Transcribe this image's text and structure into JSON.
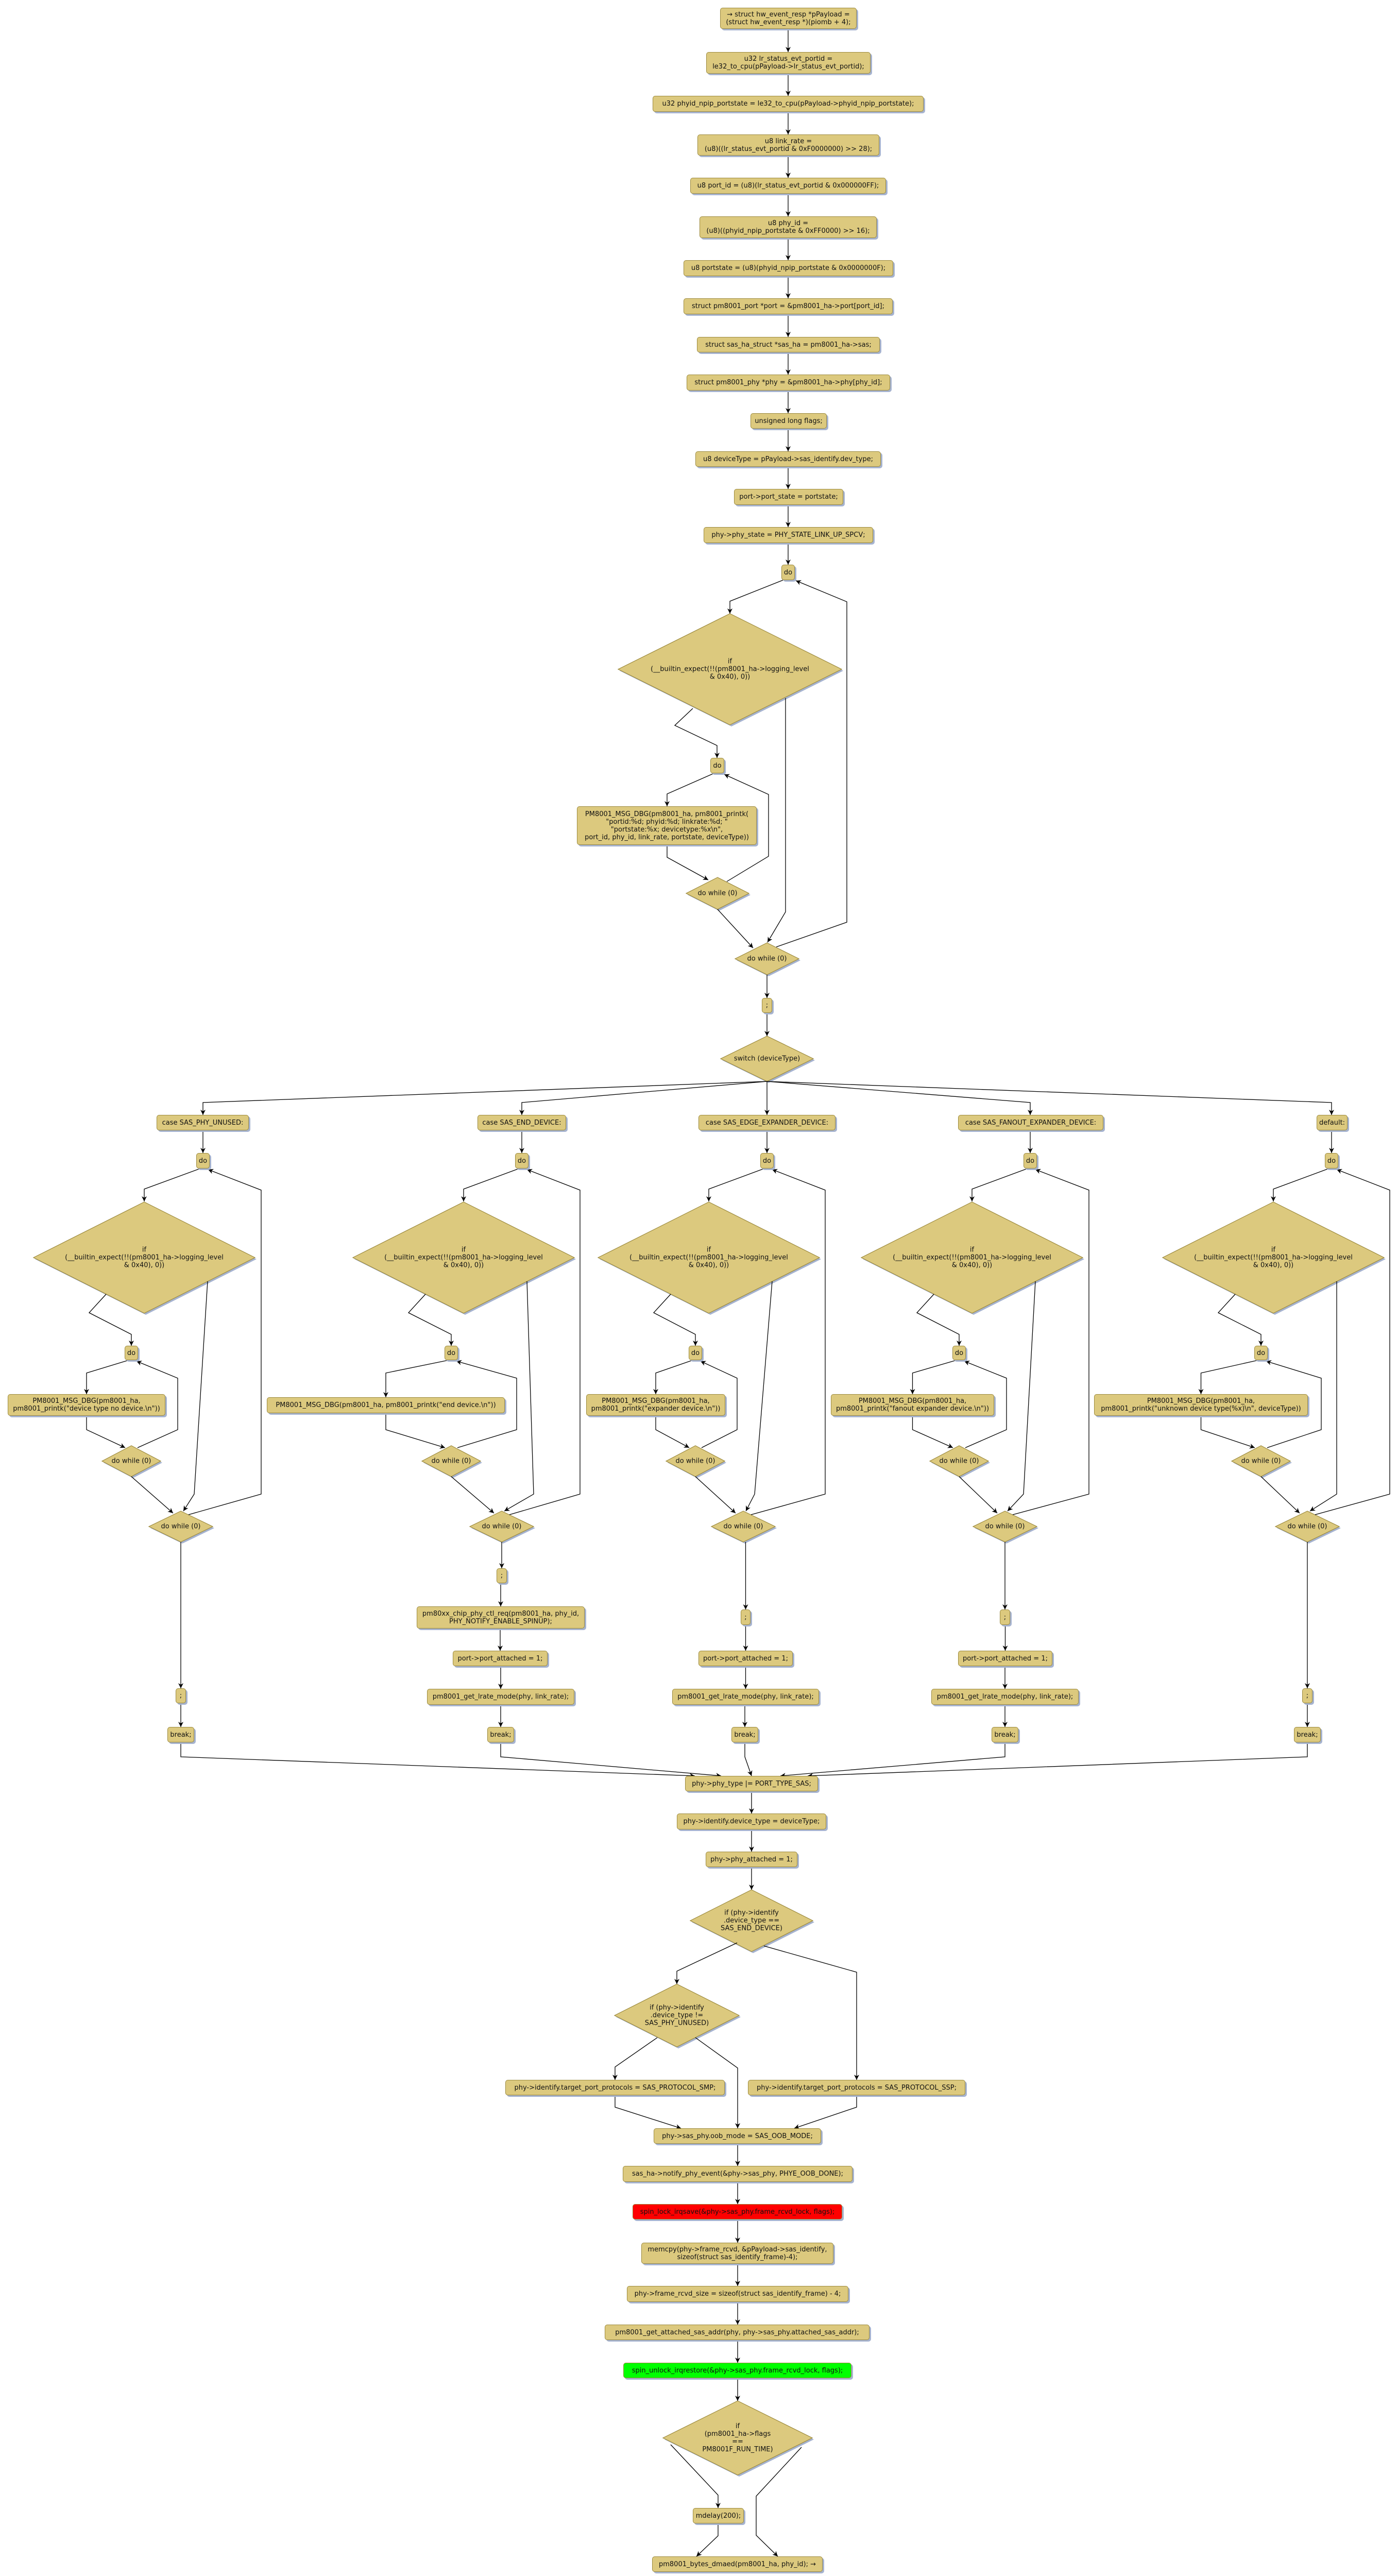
{
  "labels": {
    "do": "do",
    "do_while": "do while (0)",
    "empty": ";",
    "break": "break;"
  },
  "main": {
    "statements": [
      "→ struct hw_event_resp *pPayload =\n(struct hw_event_resp *)(piomb + 4);",
      "u32 lr_status_evt_portid =\nle32_to_cpu(pPayload->lr_status_evt_portid);",
      "u32 phyid_npip_portstate = le32_to_cpu(pPayload->phyid_npip_portstate);",
      "u8 link_rate =\n(u8)((lr_status_evt_portid & 0xF0000000) >> 28);",
      "u8 port_id = (u8)(lr_status_evt_portid & 0x000000FF);",
      "u8 phy_id =\n(u8)((phyid_npip_portstate & 0xFF0000) >> 16);",
      "u8 portstate = (u8)(phyid_npip_portstate & 0x0000000F);",
      "struct pm8001_port *port = &pm8001_ha->port[port_id];",
      "struct sas_ha_struct *sas_ha = pm8001_ha->sas;",
      "struct pm8001_phy *phy = &pm8001_ha->phy[phy_id];",
      "unsigned long flags;",
      "u8 deviceType = pPayload->sas_identify.dev_type;",
      "port->port_state = portstate;",
      "phy->phy_state = PHY_STATE_LINK_UP_SPCV;"
    ],
    "if_logging": "if\n(__builtin_expect(!!(pm8001_ha->logging_level\n& 0x40), 0))",
    "debug": "PM8001_MSG_DBG(pm8001_ha, pm8001_printk(\n\"portid:%d; phyid:%d; linkrate:%d; \"\n\"portstate:%x; devicetype:%x\\n\",\nport_id, phy_id, link_rate, portstate, deviceType))",
    "switch": "switch (deviceType)"
  },
  "cases": [
    {
      "label": "case SAS_PHY_UNUSED:",
      "debug": "PM8001_MSG_DBG(pm8001_ha,\npm8001_printk(\"device type no device.\\n\"))",
      "body": [
        ";",
        "break;"
      ]
    },
    {
      "label": "case SAS_END_DEVICE:",
      "debug": "PM8001_MSG_DBG(pm8001_ha, pm8001_printk(\"end device.\\n\"))",
      "body": [
        ";",
        "pm80xx_chip_phy_ctl_req(pm8001_ha, phy_id,\nPHY_NOTIFY_ENABLE_SPINUP);",
        "port->port_attached = 1;",
        "pm8001_get_lrate_mode(phy, link_rate);",
        "break;"
      ]
    },
    {
      "label": "case SAS_EDGE_EXPANDER_DEVICE:",
      "debug": "PM8001_MSG_DBG(pm8001_ha,\npm8001_printk(\"expander device.\\n\"))",
      "body": [
        ";",
        "port->port_attached = 1;",
        "pm8001_get_lrate_mode(phy, link_rate);",
        "break;"
      ]
    },
    {
      "label": "case SAS_FANOUT_EXPANDER_DEVICE:",
      "debug": "PM8001_MSG_DBG(pm8001_ha,\npm8001_printk(\"fanout expander device.\\n\"))",
      "body": [
        ";",
        "port->port_attached = 1;",
        "pm8001_get_lrate_mode(phy, link_rate);",
        "break;"
      ]
    },
    {
      "label": "default:",
      "debug": "PM8001_MSG_DBG(pm8001_ha,\npm8001_printk(\"unknown device type(%x)\\n\", deviceType))",
      "body": [
        ";",
        "break;"
      ]
    }
  ],
  "after": {
    "phy_type": "phy->phy_type |= PORT_TYPE_SAS;",
    "identify": "phy->identify.device_type = deviceType;",
    "attached": "phy->phy_attached = 1;",
    "if_end_device": "if (phy->identify\n.device_type ==\nSAS_END_DEVICE)",
    "if_not_unused": "if (phy->identify\n.device_type !=\nSAS_PHY_UNUSED)",
    "smp": "phy->identify.target_port_protocols = SAS_PROTOCOL_SMP;",
    "ssp": "phy->identify.target_port_protocols = SAS_PROTOCOL_SSP;",
    "oob": "phy->sas_phy.oob_mode = SAS_OOB_MODE;",
    "notify": "sas_ha->notify_phy_event(&phy->sas_phy, PHYE_OOB_DONE);",
    "lock": "spin_lock_irqsave(&phy->sas_phy.frame_rcvd_lock, flags);",
    "memcpy": "memcpy(phy->frame_rcvd, &pPayload->sas_identify,\nsizeof(struct sas_identify_frame)-4);",
    "frame_size": "phy->frame_rcvd_size = sizeof(struct sas_identify_frame) - 4;",
    "get_addr": "pm8001_get_attached_sas_addr(phy, phy->sas_phy.attached_sas_addr);",
    "unlock": "spin_unlock_irqrestore(&phy->sas_phy.frame_rcvd_lock, flags);",
    "if_runtime": "if\n(pm8001_ha->flags\n==\nPM8001F_RUN_TIME)",
    "mdelay": "mdelay(200);",
    "exit": "pm8001_bytes_dmaed(pm8001_ha, phy_id); →"
  },
  "colors": {
    "node_fill": "#dcc97e",
    "node_border": "#9c8a3e",
    "shadow": "#a6b3cf",
    "lock": "#ff0000",
    "unlock": "#00ff00"
  }
}
